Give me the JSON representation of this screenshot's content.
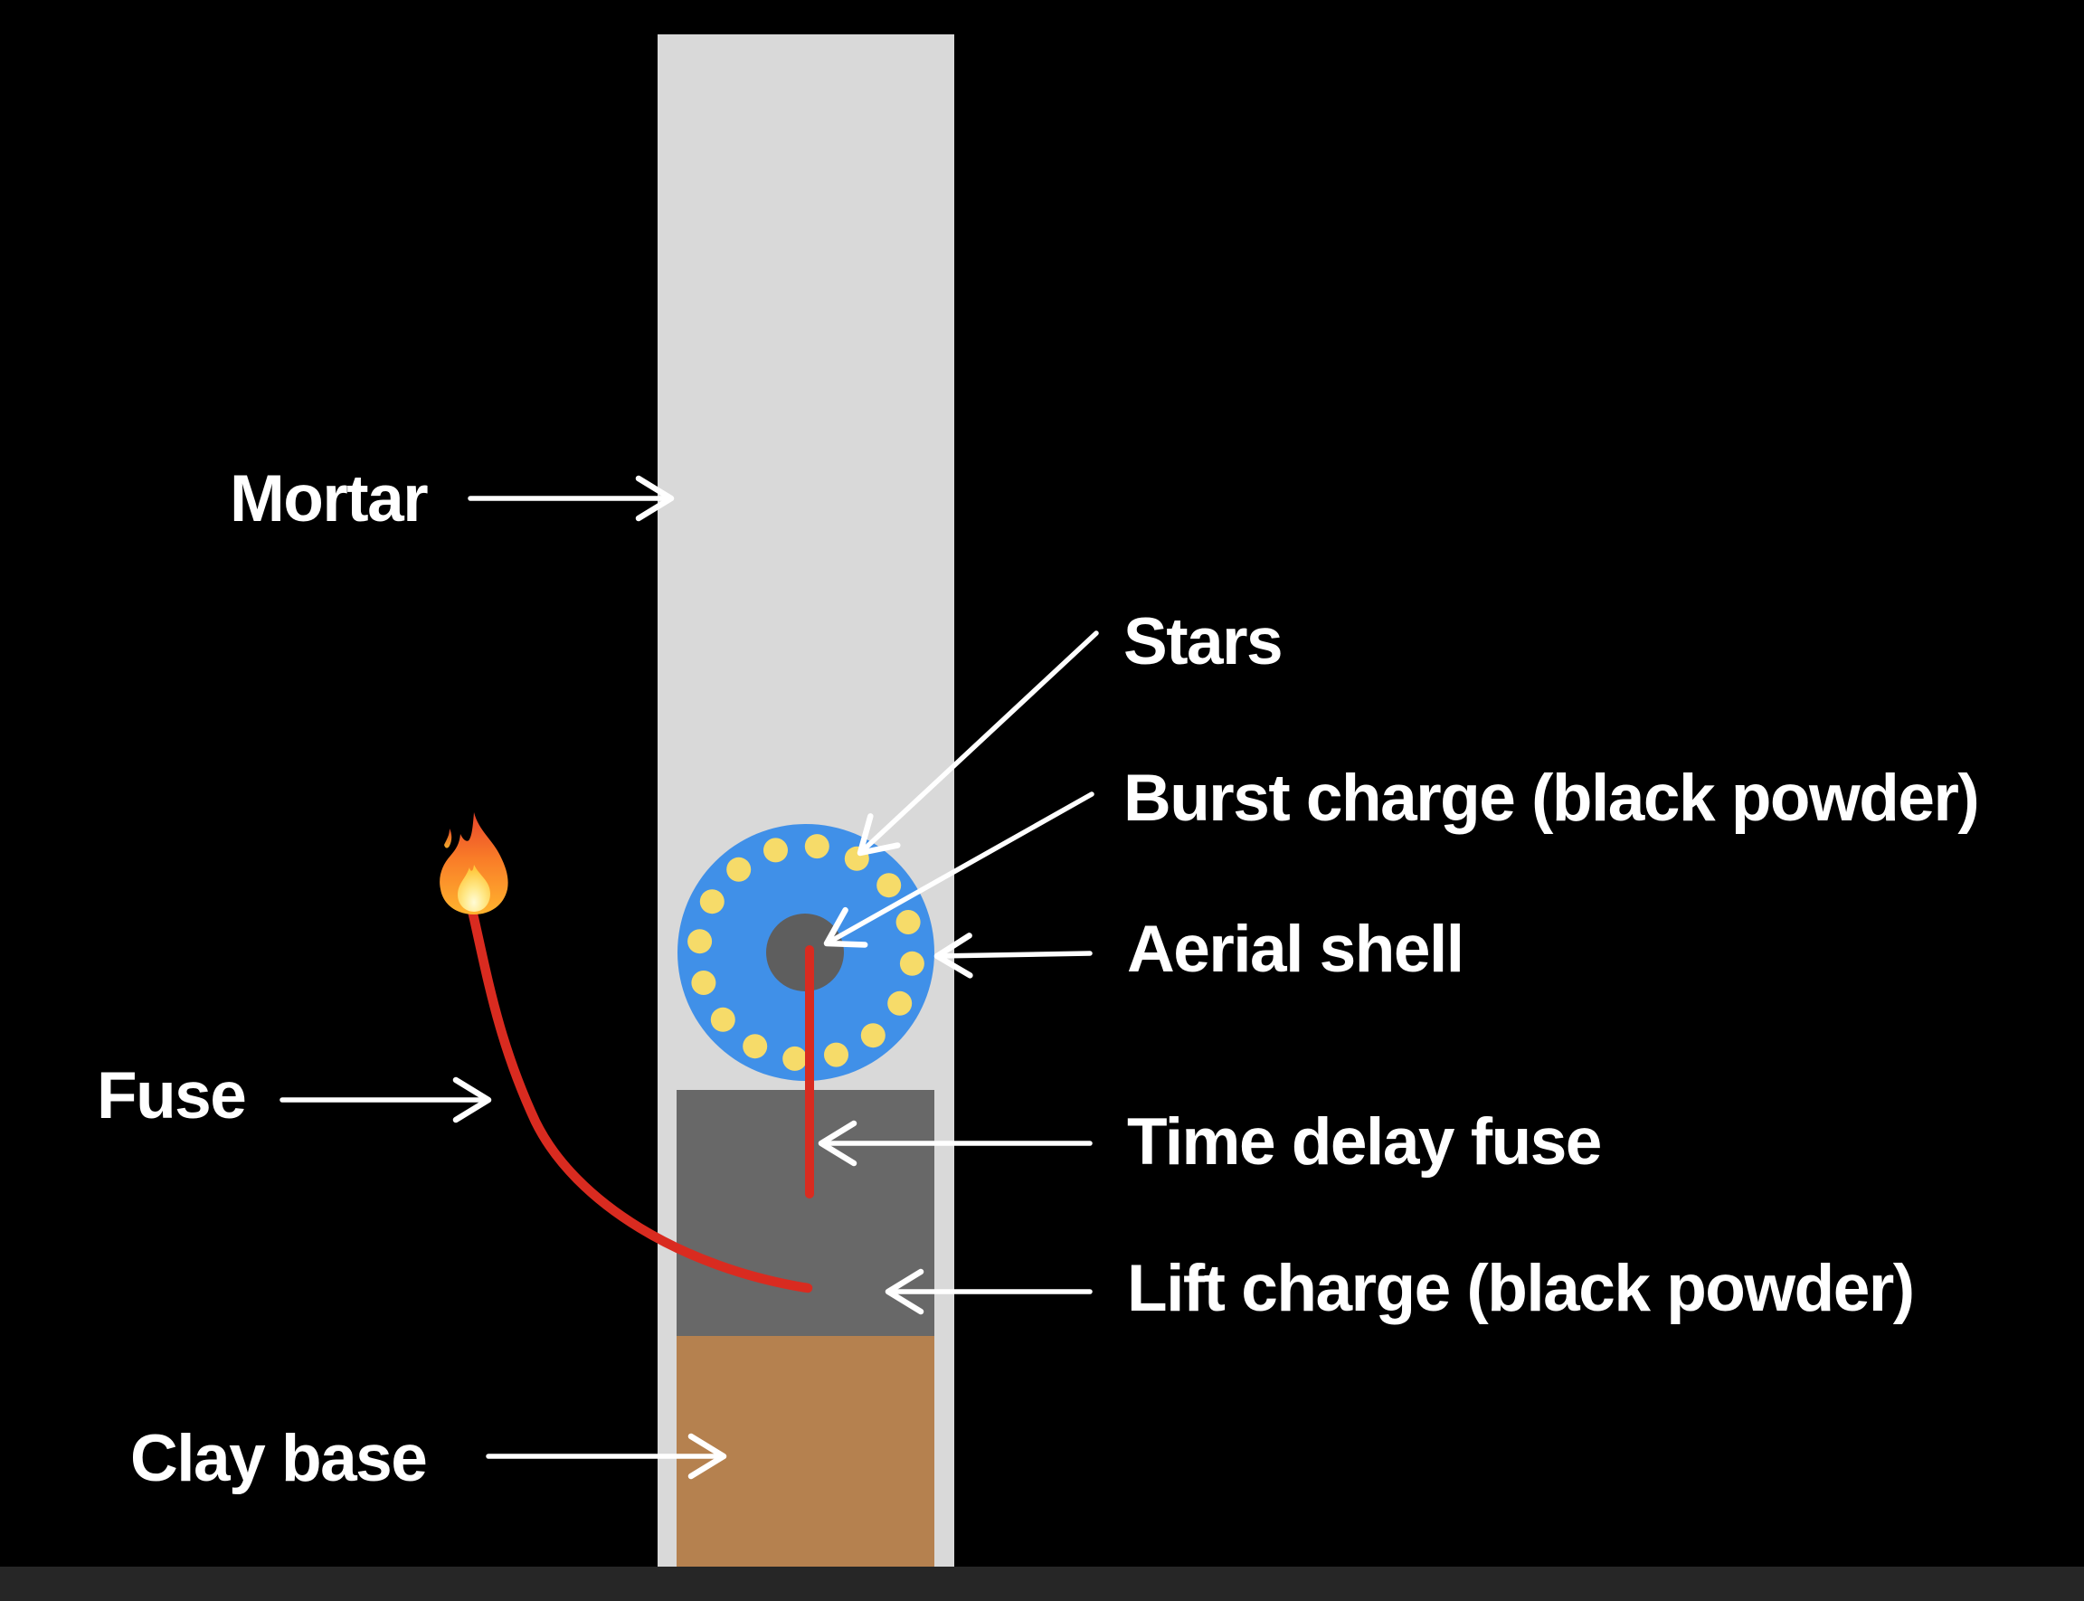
{
  "diagram": {
    "subject": "aerial-firework-mortar-cross-section",
    "labels": {
      "mortar": "Mortar",
      "stars": "Stars",
      "burst_charge": "Burst charge (black powder)",
      "aerial_shell": "Aerial shell",
      "fuse": "Fuse",
      "time_delay_fuse": "Time delay fuse",
      "lift_charge": "Lift charge (black powder)",
      "clay_base": "Clay base"
    },
    "icons": {
      "flame": "fire-emoji"
    },
    "stars_ring": {
      "count": 16,
      "color": "#f6db69",
      "start_angle_deg": -84
    },
    "colors": {
      "background": "#000000",
      "mortar_tube": "#d9d9d9",
      "lift_charge_box": "#686868",
      "clay_base_box": "#b5814f",
      "shell_blue": "#4090e8",
      "burst_core_gray": "#5e5e5e",
      "star_yellow": "#f6db69",
      "fuse_red": "#d92b20",
      "label_text": "#ffffff",
      "floor_strip": "#262626"
    }
  }
}
